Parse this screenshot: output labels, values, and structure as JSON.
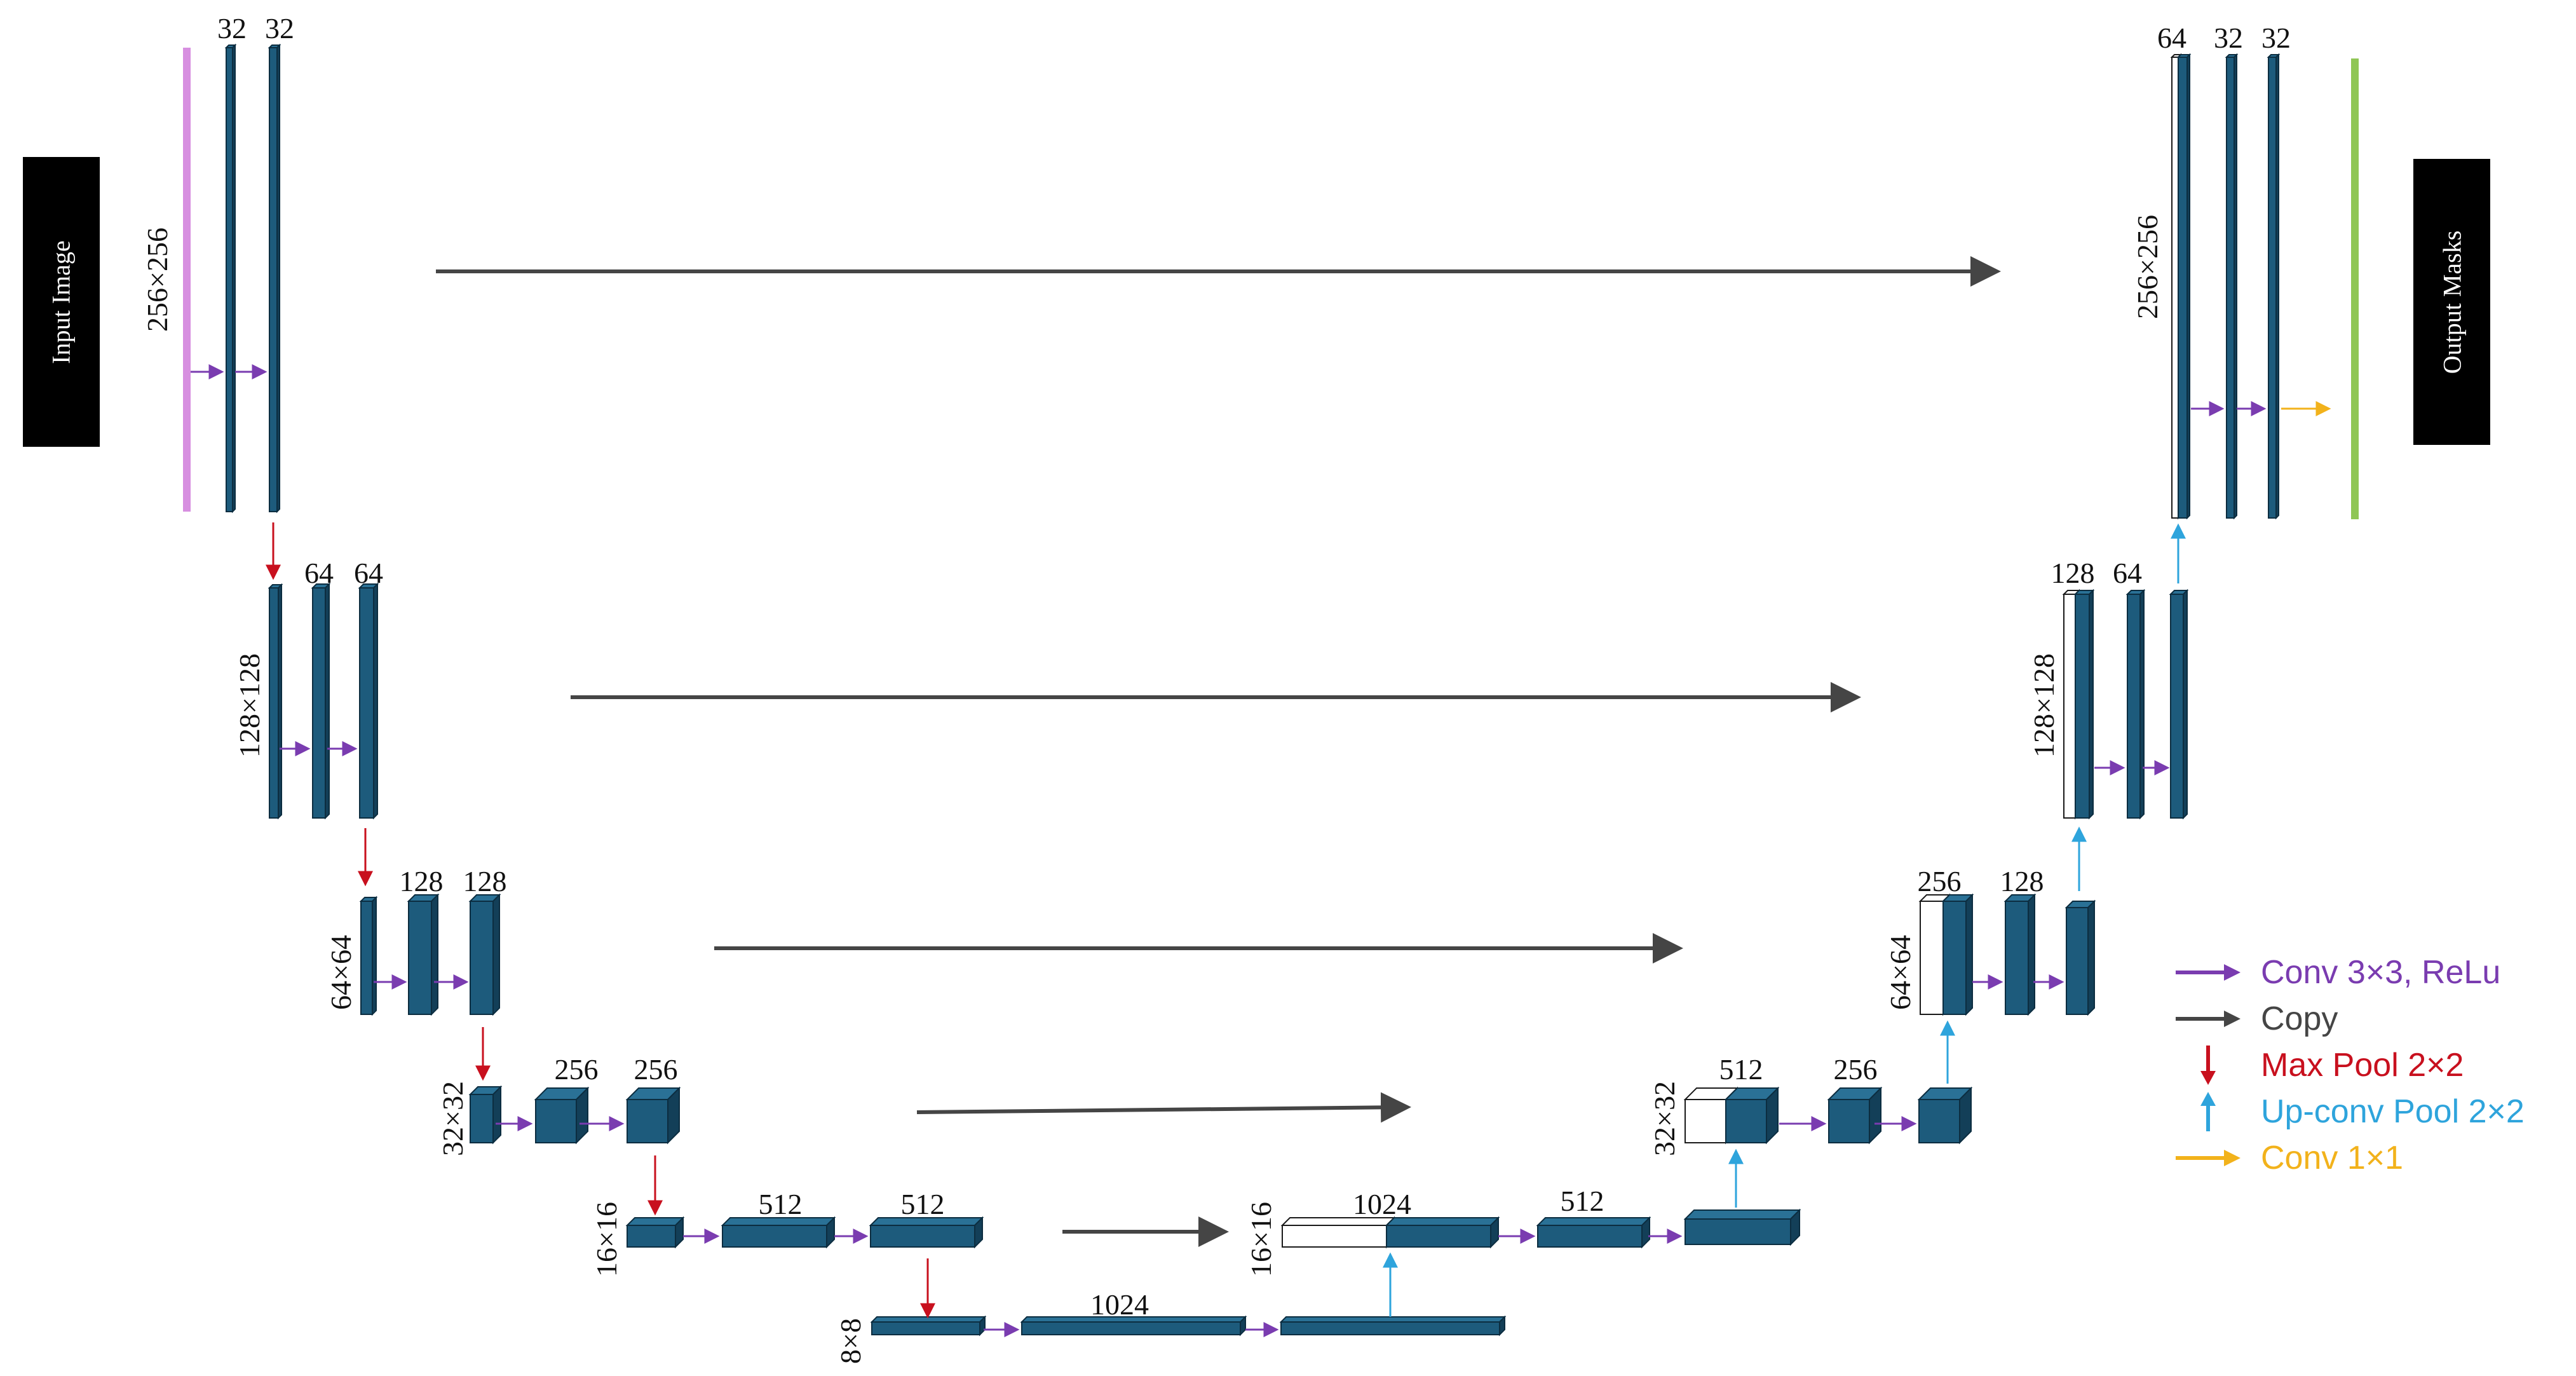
{
  "colors": {
    "block": "#1d5b7c",
    "block_top": "#2a7196",
    "block_side": "#133f58",
    "block_edge": "#0c2d40",
    "input_bar": "#d78fe0",
    "output_bar": "#8fc655",
    "conv": "#7a3cb0",
    "copy": "#454545",
    "maxpool": "#c8101e",
    "upconv": "#2ea4dc",
    "conv1x1": "#f2b21b",
    "side_box": "#000000"
  },
  "input_box": {
    "label": "Input Image",
    "icon": "input-image-box"
  },
  "output_box": {
    "label": "Output Masks",
    "icon": "output-masks-box"
  },
  "levels": [
    {
      "id": "l256",
      "dim_label": "256×256",
      "enc_channels": [
        "32",
        "32"
      ],
      "dec_channels": [
        "64",
        "32",
        "32"
      ]
    },
    {
      "id": "l128",
      "dim_label": "128×128",
      "enc_channels": [
        "64",
        "64"
      ],
      "dec_channels": [
        "128",
        "64"
      ]
    },
    {
      "id": "l64",
      "dim_label": "64×64",
      "enc_channels": [
        "128",
        "128"
      ],
      "dec_channels": [
        "256",
        "128"
      ]
    },
    {
      "id": "l32",
      "dim_label": "32×32",
      "enc_channels": [
        "256",
        "256"
      ],
      "dec_channels": [
        "512",
        "256"
      ]
    },
    {
      "id": "l16",
      "dim_label": "16×16",
      "enc_channels": [
        "512",
        "512"
      ],
      "dec_channels": [
        "1024",
        "512"
      ]
    },
    {
      "id": "l8",
      "dim_label": "8×8",
      "enc_channels": [
        "1024"
      ],
      "dec_channels": []
    }
  ],
  "decoder_dim_labels": {
    "l256": "256×256",
    "l128": "128×128",
    "l64": "64×64",
    "l32": "32×32",
    "l16": "16×16"
  },
  "legend": [
    {
      "key": "conv",
      "label": "Conv 3×3, ReLu",
      "color": "#7a3cb0",
      "direction": "right",
      "icon": "purple-right-arrow-icon"
    },
    {
      "key": "copy",
      "label": "Copy",
      "color": "#454545",
      "direction": "right",
      "icon": "gray-right-arrow-icon"
    },
    {
      "key": "maxpool",
      "label": "Max Pool 2×2",
      "color": "#c8101e",
      "direction": "down",
      "icon": "red-down-arrow-icon"
    },
    {
      "key": "upconv",
      "label": "Up-conv Pool 2×2",
      "color": "#2ea4dc",
      "direction": "up",
      "icon": "blue-up-arrow-icon"
    },
    {
      "key": "conv1x1",
      "label": "Conv 1×1",
      "color": "#f2b21b",
      "direction": "right",
      "icon": "yellow-right-arrow-icon"
    }
  ]
}
